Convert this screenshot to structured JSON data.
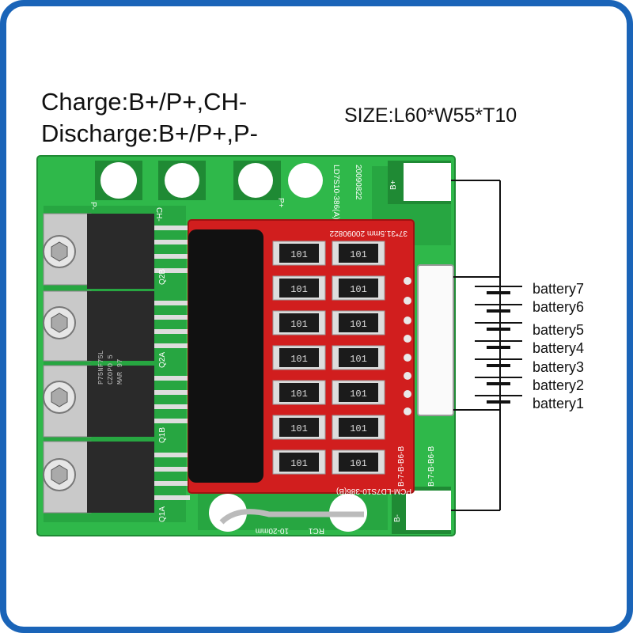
{
  "captions": {
    "charge": "Charge:B+/P+,CH-",
    "discharge": "Discharge:B+/P+,P-",
    "size": "SIZE:L60*W55*T10"
  },
  "batteries": [
    "battery7",
    "battery6",
    "battery5",
    "battery4",
    "battery3",
    "battery2",
    "battery1"
  ],
  "resistor_label": "101",
  "silkscreen": {
    "b_plus": "B+",
    "b_minus": "B-",
    "ch_minus": "CH-",
    "p_minus": "P-",
    "p_plus": "P+",
    "q2b": "Q2B",
    "q2a": "Q2A",
    "q1b": "Q1B",
    "q1a": "Q1A",
    "rc1": "RC1",
    "shunt": "10-20mm",
    "board_code_top": "LD7S10-386(A)",
    "board_date_top": "20090822",
    "small_board_top": "37*31.5mm 20090822",
    "small_board_bottom": "PCM-LD7S10-386(B)",
    "small_board_side": "B-7-B-B6-B",
    "main_board_side": "B-7-B-B6-B"
  },
  "mosfet_lines": [
    "P75NF75L",
    "CZOPO 5",
    "MAR 97"
  ],
  "colors": {
    "frame": "#1a64b8",
    "pcb_green": "#2fb84a",
    "pcb_red": "#d11e1e",
    "wire": "#111111"
  }
}
